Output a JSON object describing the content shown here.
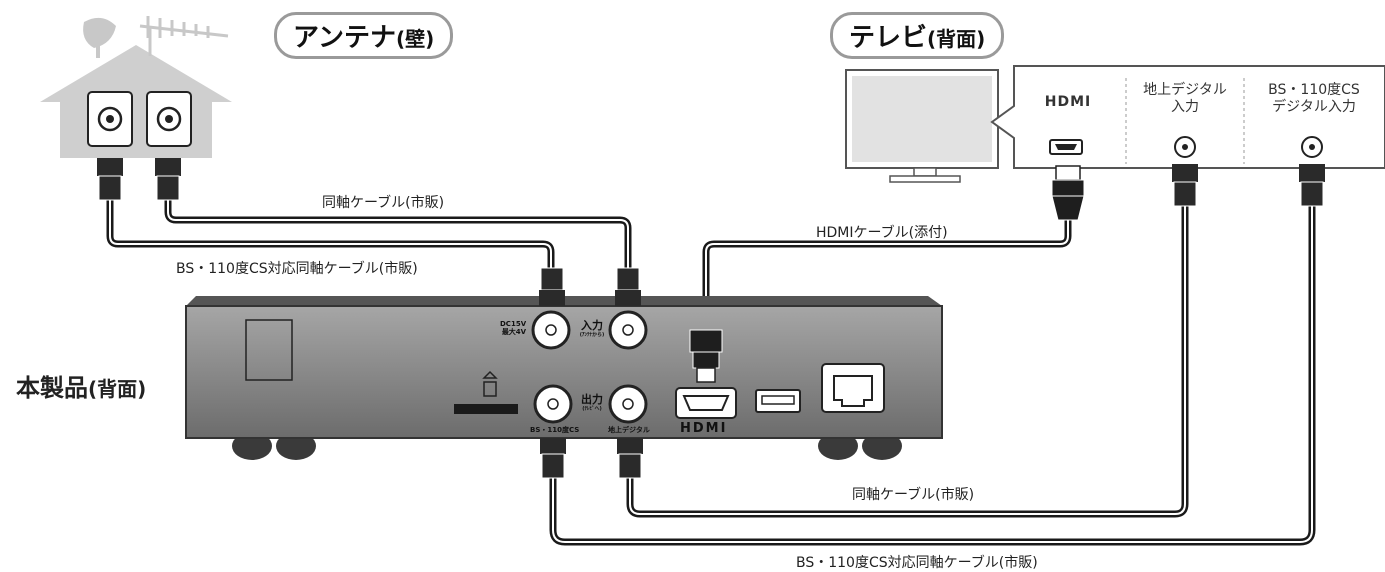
{
  "title_labels": {
    "antenna": "アンテナ",
    "antenna_sub": "(壁)",
    "tv": "テレビ",
    "tv_sub": "(背面)",
    "device": "本製品",
    "device_sub": "(背面)"
  },
  "tv_ports": {
    "hdmi": "HDMI",
    "terrestrial": [
      "地上デジタル",
      "入力"
    ],
    "bs": [
      "BS・110度CS",
      "デジタル入力"
    ]
  },
  "cables": {
    "coax_top": "同軸ケーブル(市販)",
    "bs_top": "BS・110度CS対応同軸ケーブル(市販)",
    "hdmi": "HDMIケーブル(添付)",
    "coax_bottom": "同軸ケーブル(市販)",
    "bs_bottom": "BS・110度CS対応同軸ケーブル(市販)"
  },
  "device_ports": {
    "dc": [
      "DC15V",
      "最大4V"
    ],
    "input": "入力",
    "input_sub": "(ｱﾝﾃﾅから)",
    "output": "出力",
    "output_sub": "(ﾃﾚﾋﾞへ)",
    "bs_port": "BS・110度CS",
    "terrestrial_port": "地上デジタル",
    "hdmi_logo": "HDMI"
  }
}
